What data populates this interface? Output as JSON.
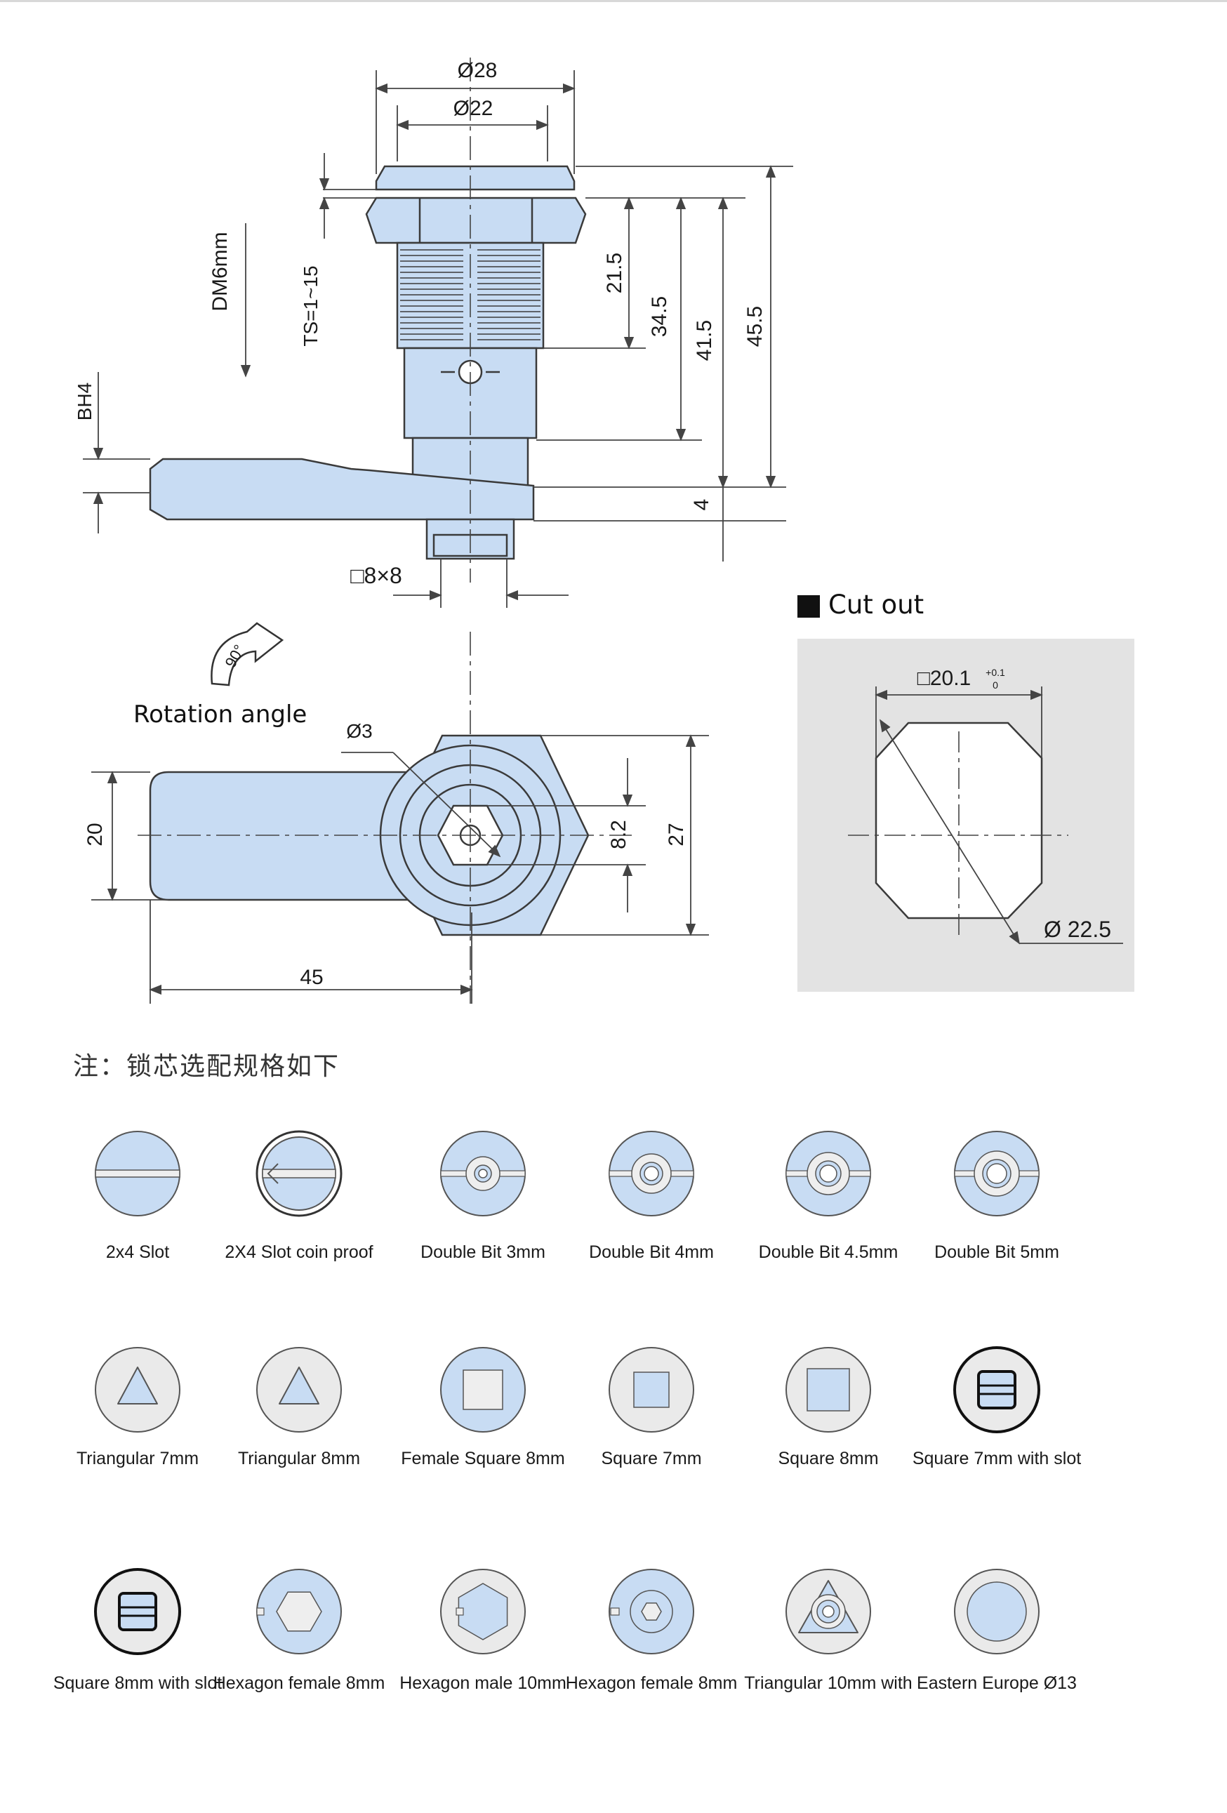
{
  "cutout_title": "Cut out",
  "rotation": {
    "label": "Rotation angle",
    "angle": "90°"
  },
  "note": "注：锁芯选配规格如下",
  "dims": {
    "d28": "Ø28",
    "d22": "Ø22",
    "dm6": "DM6mm",
    "ts": "TS=1~15",
    "bh4": "BH4",
    "h21_5": "21.5",
    "h34_5": "34.5",
    "h41_5": "41.5",
    "h45_5": "45.5",
    "h4": "4",
    "sq8": "□8×8",
    "d3": "Ø3",
    "w20": "20",
    "w8_2": "8.2",
    "w27": "27",
    "l45": "45",
    "cut_sq": "□20.1",
    "cut_tol_up": "+0.1",
    "cut_tol_dn": "0",
    "cut_d": "Ø 22.5"
  },
  "options": [
    {
      "label": "2x4 Slot",
      "icon": "slot-icon"
    },
    {
      "label": "2X4 Slot coin proof",
      "icon": "slot-coin-proof-icon"
    },
    {
      "label": "Double Bit 3mm",
      "icon": "double-bit-icon"
    },
    {
      "label": "Double Bit 4mm",
      "icon": "double-bit-icon"
    },
    {
      "label": "Double Bit 4.5mm",
      "icon": "double-bit-icon"
    },
    {
      "label": "Double Bit 5mm",
      "icon": "double-bit-icon"
    },
    {
      "label": "Triangular 7mm",
      "icon": "triangle-icon"
    },
    {
      "label": "Triangular 8mm",
      "icon": "triangle-icon"
    },
    {
      "label": "Female Square 8mm",
      "icon": "female-square-icon"
    },
    {
      "label": "Square 7mm",
      "icon": "square-icon"
    },
    {
      "label": "Square 8mm",
      "icon": "square-icon"
    },
    {
      "label": "Square 7mm with slot",
      "icon": "square-slot-icon"
    },
    {
      "label": "Square 8mm with slot",
      "icon": "square-slot-icon"
    },
    {
      "label": "Hexagon female 8mm",
      "icon": "hexagon-female-icon"
    },
    {
      "label": "Hexagon male 10mm",
      "icon": "hexagon-male-icon"
    },
    {
      "label": "Hexagon female 8mm",
      "icon": "hexagon-female-small-icon"
    },
    {
      "label": "Triangular 10mm with",
      "icon": "triangle-ring-icon"
    },
    {
      "label": "Eastern Europe Ø13",
      "icon": "plain-circle-icon"
    }
  ],
  "colors": {
    "part": "#c8dcf3",
    "outline": "#3a3a3a",
    "dim": "#444444",
    "cutout_bg": "#e3e3e3"
  }
}
